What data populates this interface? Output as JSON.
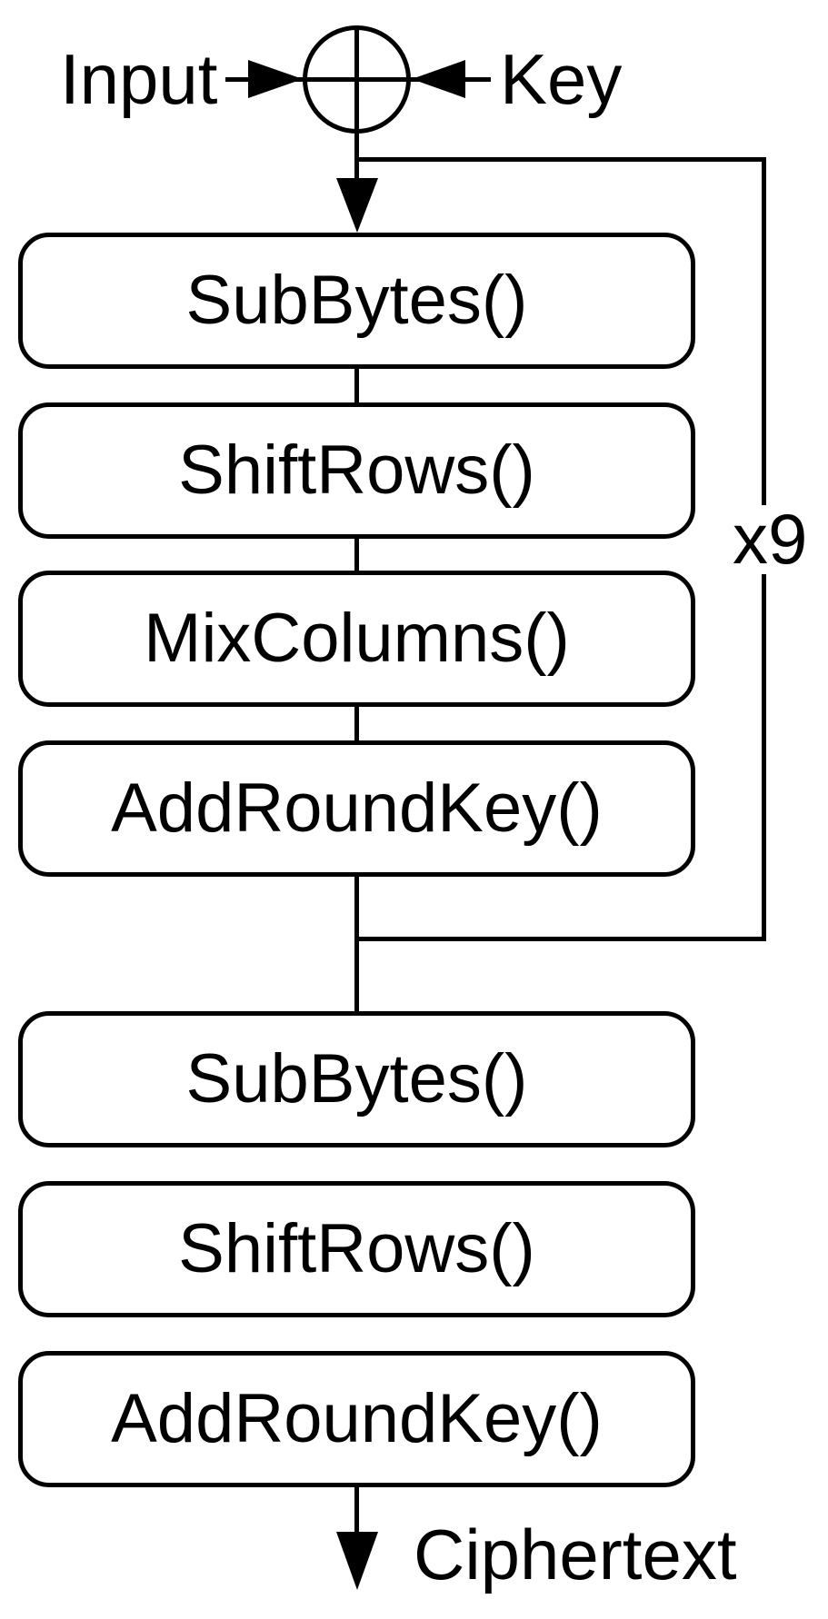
{
  "diagram": {
    "labels": {
      "input": "Input",
      "key": "Key",
      "loop_count": "x9",
      "output": "Ciphertext"
    },
    "boxes": [
      "SubBytes()",
      "ShiftRows()",
      "MixColumns()",
      "AddRoundKey()",
      "SubBytes()",
      "ShiftRows()",
      "AddRoundKey()"
    ],
    "icons": {
      "xor": "⊕",
      "arrow_right": "►",
      "arrow_left": "◄",
      "arrow_down": "▼"
    },
    "colors": {
      "stroke": "#000000",
      "fill": "#ffffff"
    }
  }
}
